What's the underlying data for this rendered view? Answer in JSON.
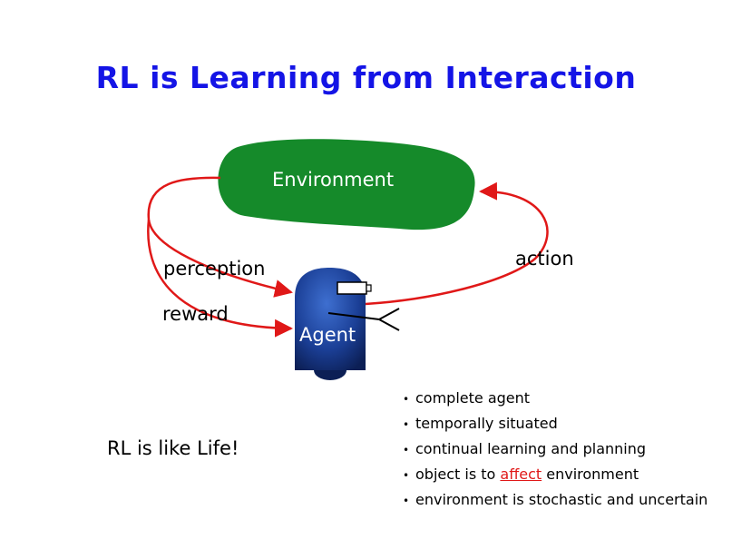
{
  "title": "RL is Learning from Interaction",
  "diagram": {
    "environment_label": "Environment",
    "agent_label": "Agent",
    "perception_label": "perception",
    "reward_label": "reward",
    "action_label": "action",
    "colors": {
      "title": "#1414e6",
      "environment": "#158a2a",
      "agent": "#1b3f96",
      "arrows": "#e01818"
    }
  },
  "tagline": "RL is like Life!",
  "bullets": [
    {
      "text": "complete agent"
    },
    {
      "text": "temporally situated"
    },
    {
      "text": "continual learning and planning"
    },
    {
      "before": "object is to ",
      "highlight": "affect",
      "after": " environment"
    },
    {
      "text": "environment is stochastic and uncertain"
    }
  ]
}
